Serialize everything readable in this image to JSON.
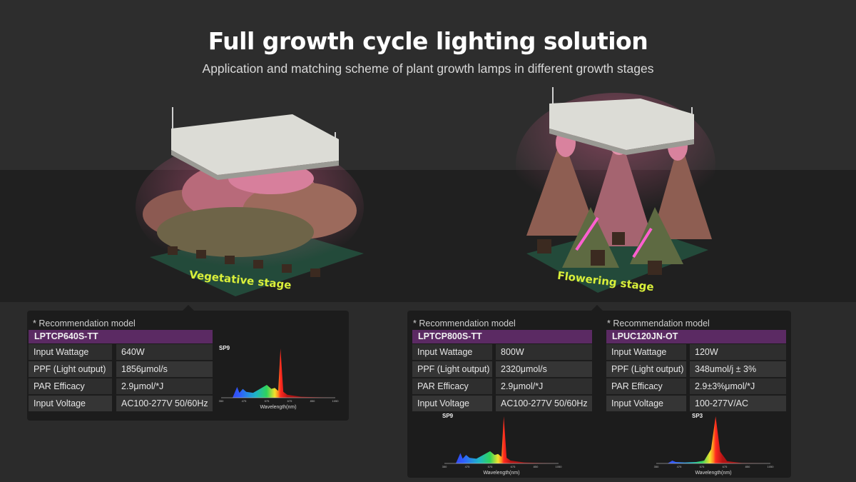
{
  "header": {
    "title": "Full growth cycle lighting solution",
    "subtitle": "Application and matching scheme of plant growth lamps in different growth stages"
  },
  "stages": {
    "vegetative": {
      "label": "Vegetative stage"
    },
    "flowering": {
      "label": "Flowering stage"
    }
  },
  "spec_labels": {
    "wattage": "Input Wattage",
    "ppf": "PPF (Light output)",
    "efficacy": "PAR Efficacy",
    "voltage": "Input Voltage"
  },
  "recommendation_title": "* Recommendation model",
  "spectrum_axis_label": "Wavelength(nm)",
  "spectrum_ticks": [
    "350",
    "475",
    "575",
    "675",
    "850",
    "1050"
  ],
  "models": [
    {
      "name": "LPTCP640S-TT",
      "wattage": "640W",
      "ppf": "1856μmol/s",
      "efficacy": "2.9μmol/*J",
      "voltage": "AC100-277V 50/60Hz",
      "spectrum": "SP9"
    },
    {
      "name": "LPTCP800S-TT",
      "wattage": "800W",
      "ppf": "2320μmol/s",
      "efficacy": "2.9μmol/*J",
      "voltage": "AC100-277V 50/60Hz",
      "spectrum": "SP9"
    },
    {
      "name": "LPUC120JN-OT",
      "wattage": "120W",
      "ppf": "348umol/j ± 3%",
      "efficacy": "2.9±3%μmol/*J",
      "voltage": "100-277V/AC",
      "spectrum": "SP3"
    }
  ],
  "colors": {
    "background": "#2b2b2b",
    "band": "#202020",
    "panel": "#1c1c1c",
    "model_bar": "#5b2a63",
    "stage_label": "#d9ef3a",
    "grow_light_glow": "#e0608f"
  },
  "icons": [
    "grow-light-fixture-icon",
    "plant-canopy-icon",
    "spectrum-chart-icon"
  ]
}
